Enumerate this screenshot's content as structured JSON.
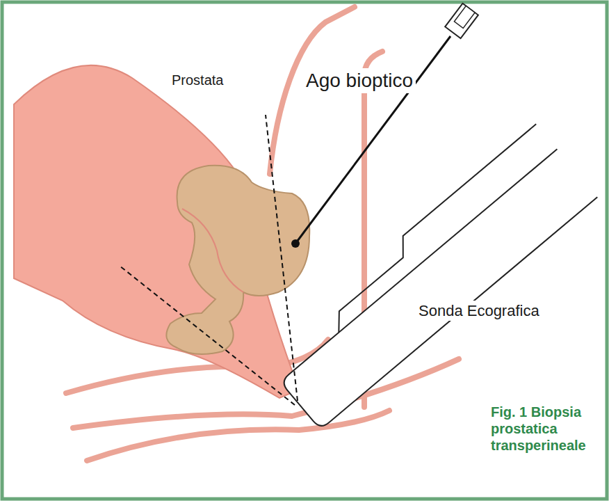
{
  "diagram": {
    "caption": "Fig. 1 Biopsia prostatica transperineale",
    "labels": [
      "Prostata",
      "Ago bioptico",
      "Sonda Ecografica"
    ]
  }
}
